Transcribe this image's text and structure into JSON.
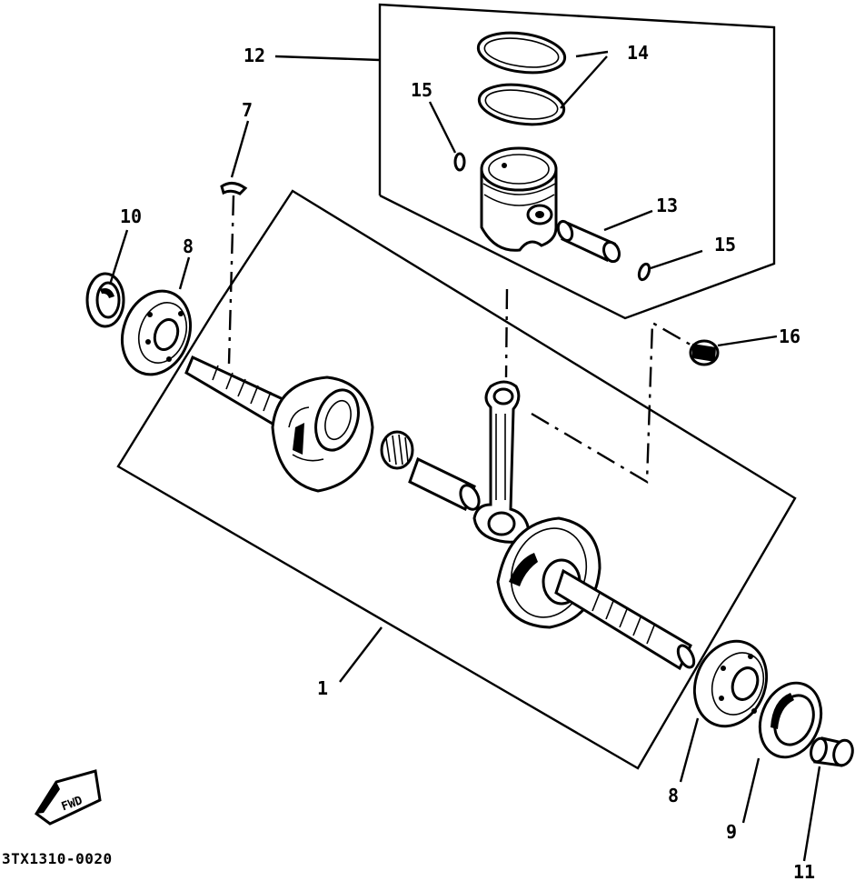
{
  "diagram": {
    "code": "3TX1310-0020",
    "callouts": {
      "c1": "1",
      "c7": "7",
      "c8a": "8",
      "c8b": "8",
      "c9": "9",
      "c10": "10",
      "c11": "11",
      "c12": "12",
      "c13": "13",
      "c14": "14",
      "c15a": "15",
      "c15b": "15",
      "c16": "16"
    },
    "fwd_badge": "FWD"
  }
}
